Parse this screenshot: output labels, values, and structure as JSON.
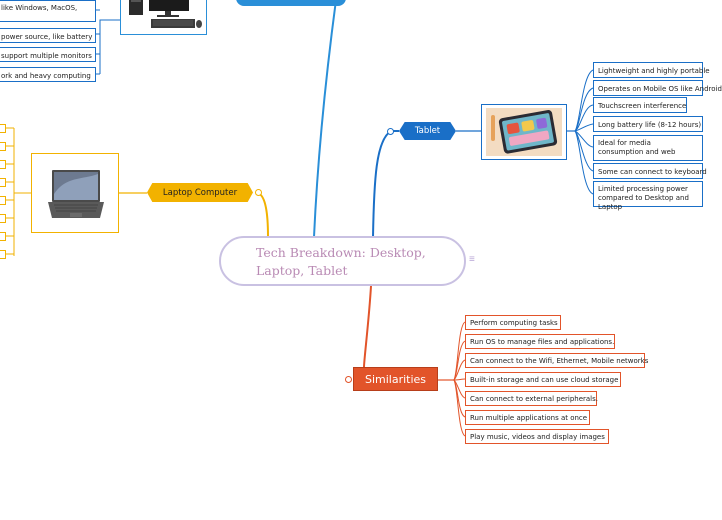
{
  "central_topic": {
    "title": "Tech Breakdown: Desktop, Laptop, Tablet",
    "notes_icon": "≡"
  },
  "desktop": {
    "details": [
      "like Windows, MacOS,",
      "power source, like battery",
      "support multiple monitors",
      "ork and heavy computing"
    ]
  },
  "laptop": {
    "label": "Laptop Computer",
    "color": "#f2b200"
  },
  "tablet": {
    "label": "Tablet",
    "color": "#1a6fc7",
    "details": [
      "Lightweight and highly portable",
      "Operates on Mobile OS like Android",
      "Touchscreen interference",
      "Long battery life (8-12 hours)",
      "Ideal for media consumption and web",
      "Some can connect to keyboard",
      "Limited processing power compared to Desktop and Laptop"
    ]
  },
  "similarities": {
    "label": "Similarities",
    "color": "#e2542a",
    "details": [
      "Perform computing tasks",
      "Run OS to manage files and applications.",
      "Can connect to the Wifi, Ethernet, Mobile networks",
      "Built-in storage and can use cloud storage",
      "Can connect to external peripherals.",
      "Run multiple applications at once",
      "Play music, videos and display images"
    ]
  }
}
